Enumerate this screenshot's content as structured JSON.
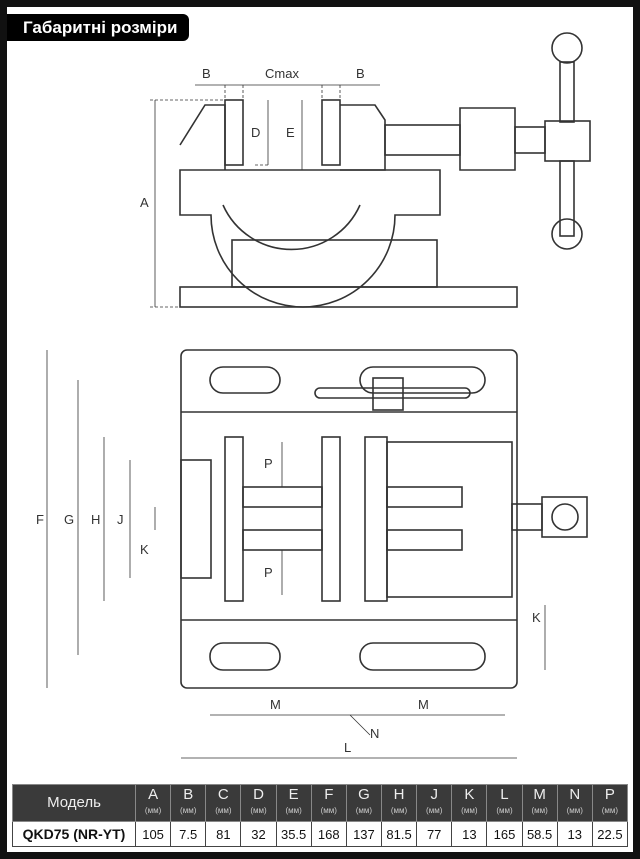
{
  "header": {
    "title": "Габаритні розміри"
  },
  "drawing": {
    "side_labels": {
      "b_left": "B",
      "c_max": "Cmax",
      "b_right": "B",
      "d": "D",
      "e": "E",
      "a": "A"
    },
    "plan_labels": {
      "f": "F",
      "g": "G",
      "h": "H",
      "j": "J",
      "k_left": "K",
      "p_top": "P",
      "p_bottom": "P",
      "k_right": "K",
      "m_left": "M",
      "m_right": "M",
      "n": "N",
      "l": "L"
    }
  },
  "table": {
    "model_header": "Модель",
    "unit": "(мм)",
    "columns": [
      "A",
      "B",
      "C",
      "D",
      "E",
      "F",
      "G",
      "H",
      "J",
      "K",
      "L",
      "M",
      "N",
      "P"
    ],
    "rows": [
      {
        "model": "QKD75 (NR-YT)",
        "values": [
          "105",
          "7.5",
          "81",
          "32",
          "35.5",
          "168",
          "137",
          "81.5",
          "77",
          "13",
          "165",
          "58.5",
          "13",
          "22.5"
        ]
      }
    ]
  }
}
